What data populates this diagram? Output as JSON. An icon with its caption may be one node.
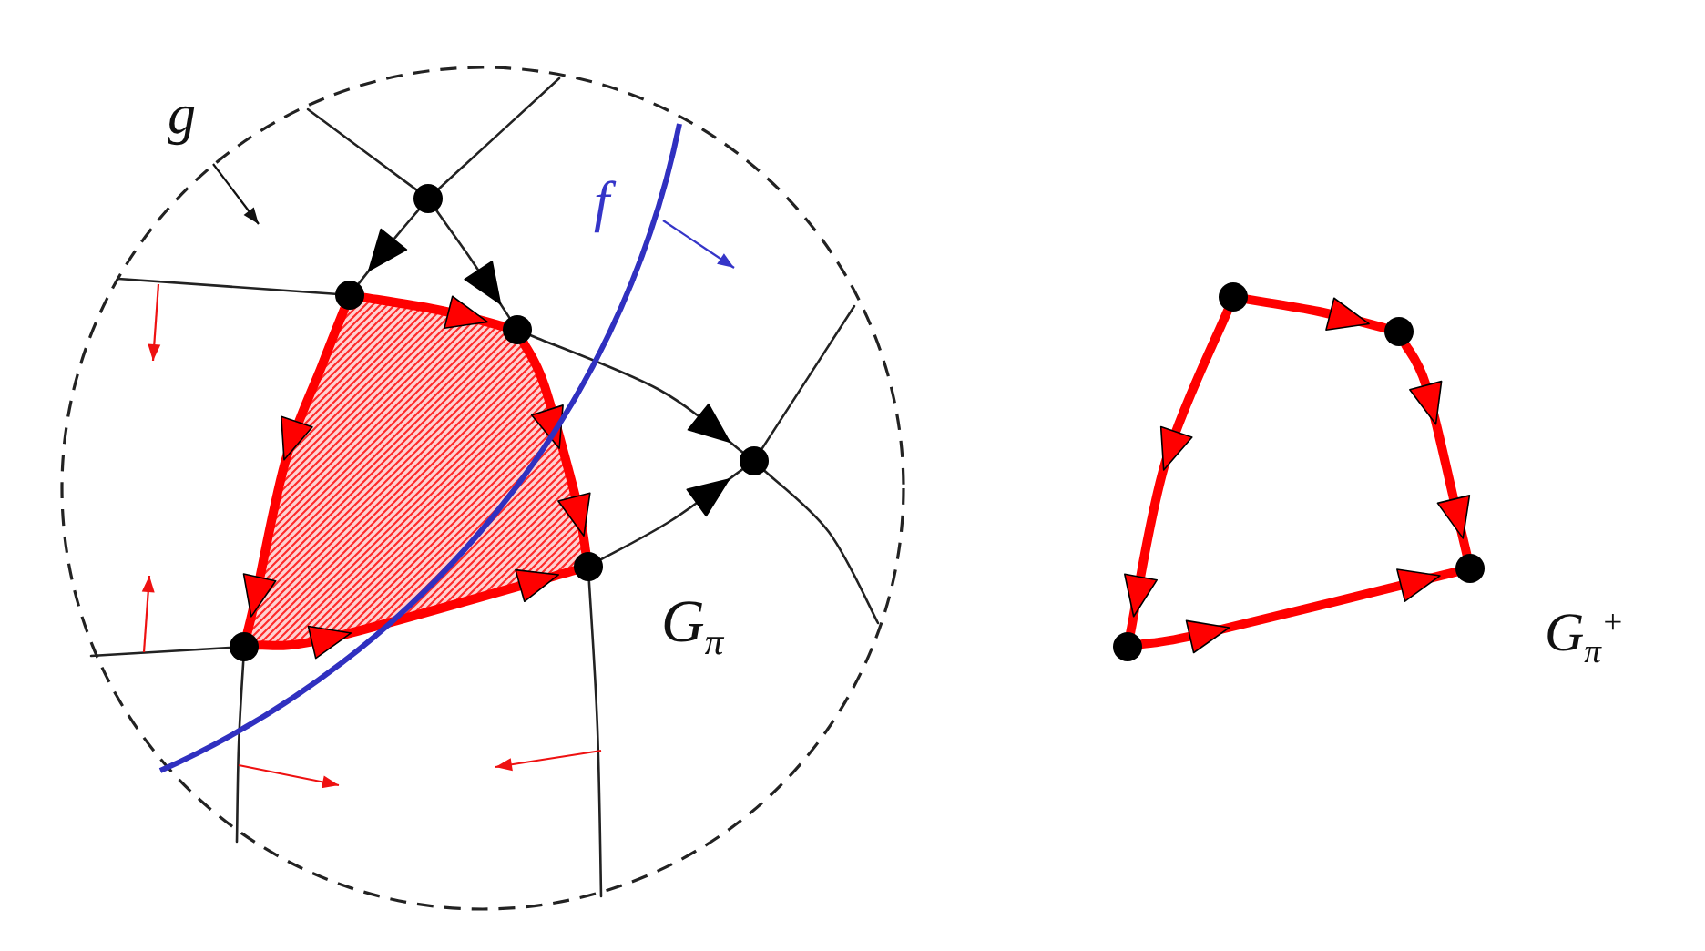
{
  "diagram": {
    "nodes": [
      {
        "text": [],
        "shape": "circle"
      },
      {
        "text": [],
        "shape": "circle"
      },
      {
        "text": [],
        "shape": "circle"
      },
      {
        "text": [],
        "shape": "circle"
      },
      {
        "text": [],
        "shape": "circle"
      },
      {
        "text": [],
        "shape": "circle"
      },
      {
        "text": [],
        "shape": "circle"
      },
      {
        "text": [],
        "shape": "circle"
      },
      {
        "text": [],
        "shape": "circle"
      },
      {
        "text": [],
        "shape": "circle"
      }
    ],
    "edges": [
      {
        "from": 0,
        "to": 1,
        "arrow": "to"
      },
      {
        "from": 0,
        "to": 2,
        "arrow": "to"
      },
      {
        "from": 1,
        "to": 2,
        "arrow": "to",
        "style": "thick",
        "color": "#ff0000"
      },
      {
        "from": 2,
        "to": 4,
        "arrow": "to",
        "style": "thick",
        "color": "#ff0000"
      },
      {
        "from": 1,
        "to": 5,
        "arrow": "to",
        "style": "thick",
        "color": "#ff0000"
      },
      {
        "from": 5,
        "to": 4,
        "arrow": "to",
        "style": "thick",
        "color": "#ff0000"
      },
      {
        "from": 2,
        "to": 3,
        "arrow": "to"
      },
      {
        "from": 4,
        "to": 3,
        "arrow": "to"
      },
      {
        "from": 0,
        "to": null,
        "arrow": "none"
      },
      {
        "from": 0,
        "to": null,
        "arrow": "none"
      },
      {
        "from": 1,
        "to": null,
        "arrow": "none"
      },
      {
        "from": 3,
        "to": null,
        "arrow": "none"
      },
      {
        "from": 3,
        "to": null,
        "arrow": "none"
      },
      {
        "from": 4,
        "to": null,
        "arrow": "none"
      },
      {
        "from": 5,
        "to": null,
        "arrow": "none"
      },
      {
        "from": 5,
        "to": null,
        "arrow": "none"
      },
      {
        "from": 6,
        "to": 7,
        "arrow": "to",
        "style": "thick",
        "color": "#ff0000"
      },
      {
        "from": 7,
        "to": 8,
        "arrow": "to",
        "style": "thick",
        "color": "#ff0000"
      },
      {
        "from": 6,
        "to": 9,
        "arrow": "to",
        "style": "thick",
        "color": "#ff0000"
      },
      {
        "from": 9,
        "to": 8,
        "arrow": "to",
        "style": "thick",
        "color": "#ff0000"
      }
    ],
    "labels": [
      "g",
      "f",
      "G$_{π}$",
      "G$_{π}$$^{+}$"
    ]
  }
}
